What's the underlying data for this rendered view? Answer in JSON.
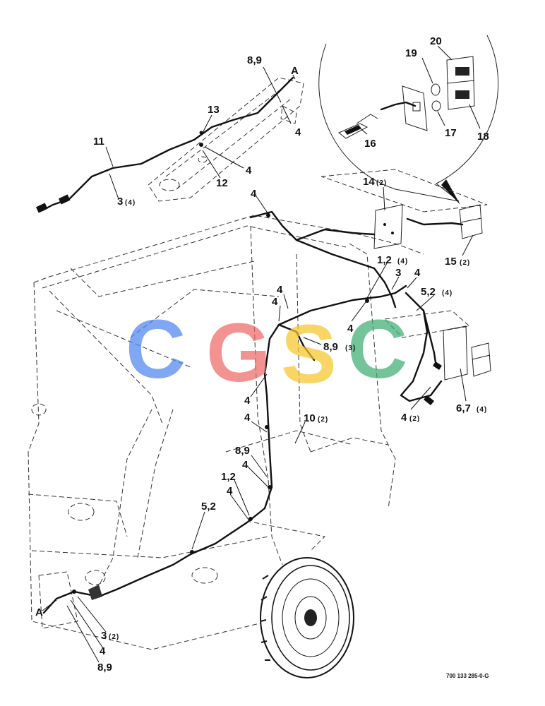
{
  "diagram": {
    "drawing_number": "700 133 285-0-G",
    "watermark": {
      "letters": [
        {
          "text": "C",
          "color": "#4f86f0"
        },
        {
          "text": "G",
          "color": "#ef6a67"
        },
        {
          "text": "S",
          "color": "#f7c52b"
        },
        {
          "text": "C",
          "color": "#3fae73"
        }
      ]
    },
    "labels": {
      "ref_8_9_top": {
        "num": "8,9",
        "qty": ""
      },
      "ref_A_top": {
        "num": "A",
        "qty": ""
      },
      "ref_13": {
        "num": "13",
        "qty": ""
      },
      "ref_11": {
        "num": "11",
        "qty": ""
      },
      "ref_4_a": {
        "num": "4",
        "qty": ""
      },
      "ref_4_b": {
        "num": "4",
        "qty": ""
      },
      "ref_12": {
        "num": "12",
        "qty": ""
      },
      "ref_3_top": {
        "num": "3",
        "qty": "(4)"
      },
      "ref_20": {
        "num": "20",
        "qty": ""
      },
      "ref_19": {
        "num": "19",
        "qty": ""
      },
      "ref_17": {
        "num": "17",
        "qty": ""
      },
      "ref_18": {
        "num": "18",
        "qty": ""
      },
      "ref_16": {
        "num": "16",
        "qty": ""
      },
      "ref_14": {
        "num": "14",
        "qty": "(2)"
      },
      "ref_4_c": {
        "num": "4",
        "qty": ""
      },
      "ref_15": {
        "num": "15",
        "qty": "(2)"
      },
      "ref_1_2_top": {
        "num": "1,2",
        "qty": "(4)"
      },
      "ref_3_mid": {
        "num": "3",
        "qty": ""
      },
      "ref_4_d": {
        "num": "4",
        "qty": ""
      },
      "ref_5_2_top": {
        "num": "5,2",
        "qty": "(4)"
      },
      "ref_4_e": {
        "num": "4",
        "qty": ""
      },
      "ref_4_f": {
        "num": "4",
        "qty": ""
      },
      "ref_4_g": {
        "num": "4",
        "qty": ""
      },
      "ref_8_9_mid": {
        "num": "8,9",
        "qty": "(3)"
      },
      "ref_4_h": {
        "num": "4",
        "qty": ""
      },
      "ref_4_i": {
        "num": "4",
        "qty": ""
      },
      "ref_10": {
        "num": "10",
        "qty": "(2)"
      },
      "ref_4_j": {
        "num": "4",
        "qty": "(2)"
      },
      "ref_6_7": {
        "num": "6,7",
        "qty": "(4)"
      },
      "ref_8_9_low": {
        "num": "8,9",
        "qty": ""
      },
      "ref_4_k": {
        "num": "4",
        "qty": ""
      },
      "ref_1_2_low": {
        "num": "1,2",
        "qty": ""
      },
      "ref_4_l": {
        "num": "4",
        "qty": ""
      },
      "ref_5_2_low": {
        "num": "5,2",
        "qty": ""
      },
      "ref_A_low": {
        "num": "A",
        "qty": ""
      },
      "ref_3_low": {
        "num": "3",
        "qty": "(2)"
      },
      "ref_4_m": {
        "num": "4",
        "qty": ""
      },
      "ref_8_9_bot": {
        "num": "8,9",
        "qty": ""
      }
    }
  }
}
